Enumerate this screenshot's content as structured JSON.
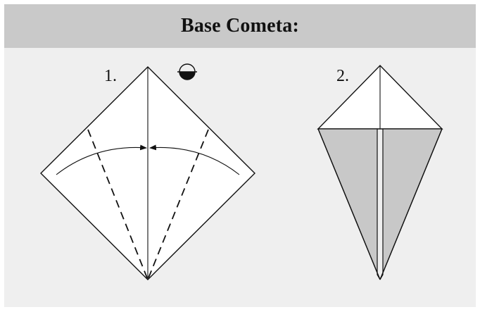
{
  "title": "Base Cometa:",
  "steps": [
    {
      "number": "1."
    },
    {
      "number": "2."
    }
  ],
  "colors": {
    "header_bg": "#c9c9c9",
    "panel_bg": "#efefef",
    "paper_white": "#ffffff",
    "paper_gray": "#c8c8c8",
    "line": "#111111"
  },
  "icons": [
    "turn-over-icon",
    "fold-arrow-left-icon",
    "fold-arrow-right-icon"
  ]
}
